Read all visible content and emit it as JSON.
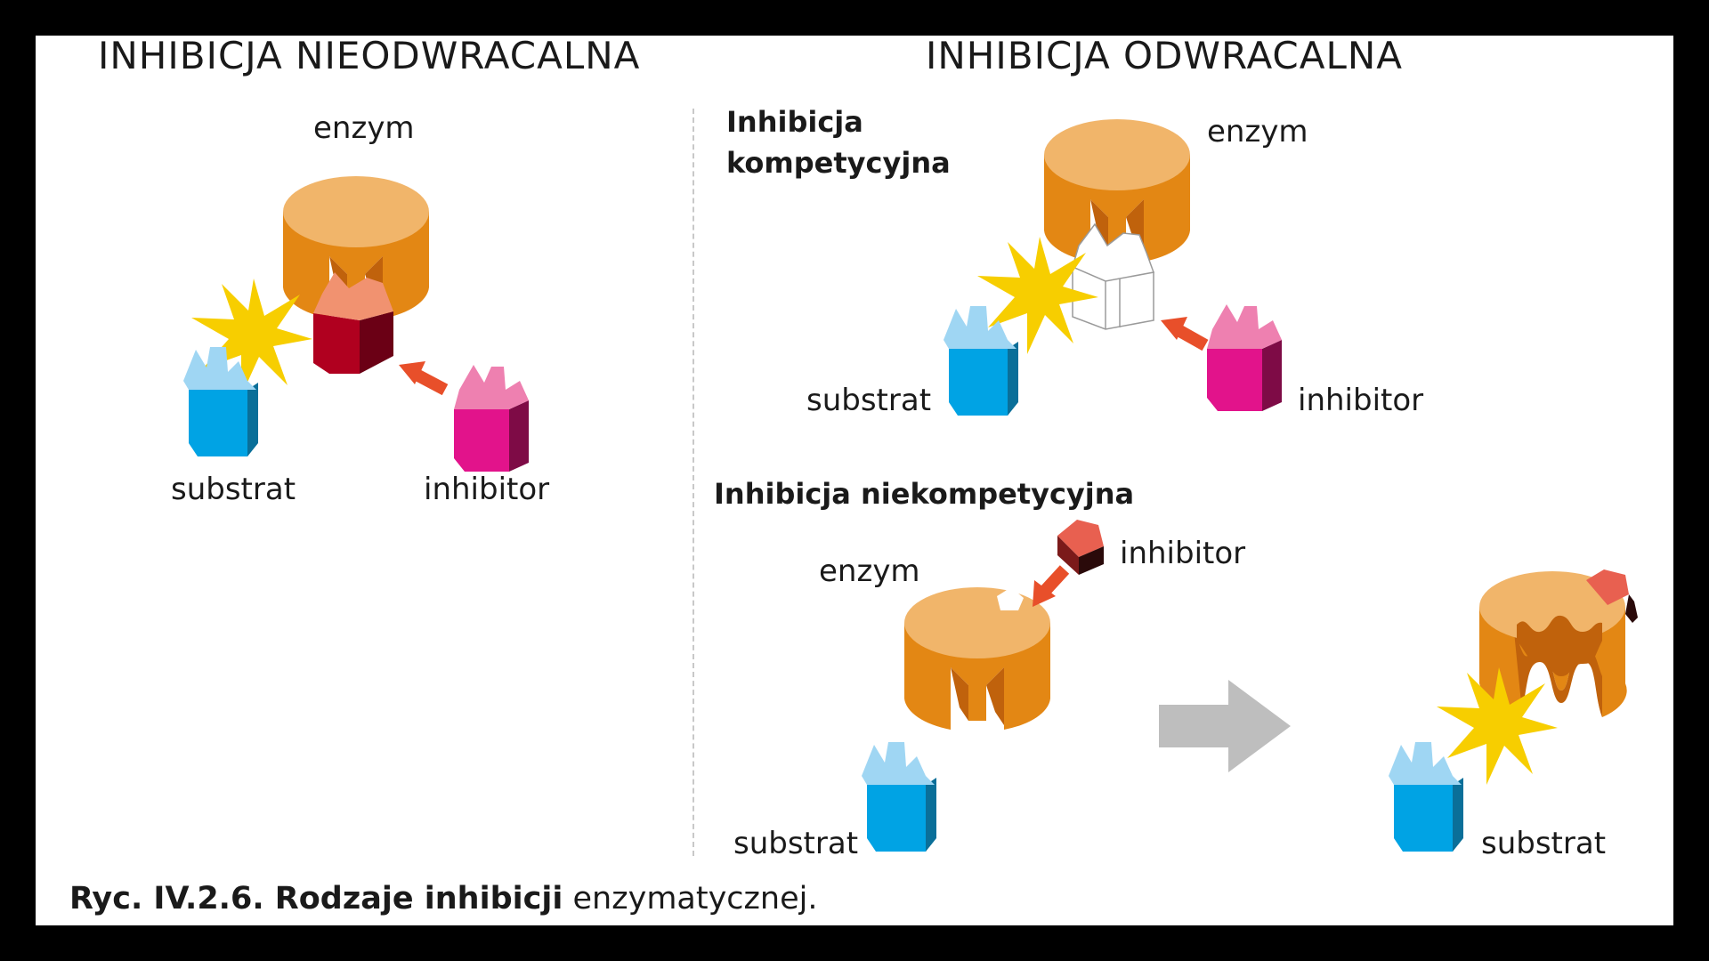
{
  "left": {
    "title": "INHIBICJA NIEODWRACALNA",
    "enzyme_label": "enzym",
    "substrate_label": "substrat",
    "inhibitor_label": "inhibitor"
  },
  "right": {
    "title": "INHIBICJA ODWRACALNA",
    "competitive": {
      "title_line1": "Inhibicja",
      "title_line2": "kompetycyjna",
      "enzyme_label": "enzym",
      "substrate_label": "substrat",
      "inhibitor_label": "inhibitor"
    },
    "noncompetitive": {
      "title": "Inhibicja niekompetycyjna",
      "enzyme_label": "enzym",
      "inhibitor_label": "inhibitor",
      "substrate_label": "substrat",
      "result_substrate_label": "substrat"
    }
  },
  "caption": {
    "bold": "Ryc. IV.2.6. Rodzaje inhibicji",
    "normal": " enzymatycznej."
  },
  "colors": {
    "enzyme_top": "#F1B56A",
    "enzyme_side": "#E38714",
    "substrate_top": "#9FD6F3",
    "substrate_side": "#00A3E4",
    "inhibitor_top": "#EE80B0",
    "inhibitor_side": "#E2138B",
    "arrow": "#E84F2A",
    "burst": "#F7CE00"
  }
}
